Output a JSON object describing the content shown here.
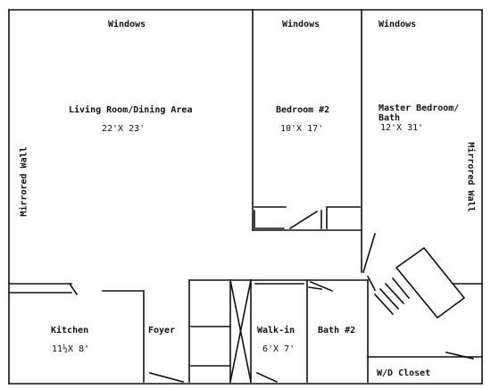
{
  "plan": {
    "windows": [
      "Windows",
      "Windows",
      "Windows"
    ],
    "mirrored_wall_left": "Mirrored Wall",
    "mirrored_wall_right": "Mirrored Wall",
    "rooms": {
      "living": {
        "name": "Living Room/Dining Area",
        "dims": "22'X 23'"
      },
      "bedroom2": {
        "name": "Bedroom #2",
        "dims": "10'X 17'"
      },
      "master": {
        "name_line1": "Master Bedroom/",
        "name_line2": "Bath",
        "dims": "12'X 31'"
      },
      "kitchen": {
        "name": "Kitchen",
        "dims": "11½X 8'"
      },
      "foyer": {
        "name": "Foyer"
      },
      "walkin": {
        "name": "Walk-in",
        "dims": "6'X 7'"
      },
      "bath2": {
        "name": "Bath #2"
      },
      "closet": {
        "name": "W/D Closet"
      }
    }
  }
}
